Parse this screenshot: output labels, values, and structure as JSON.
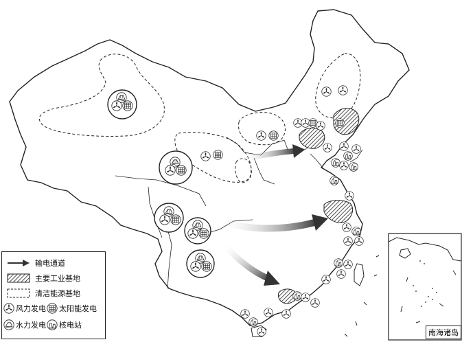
{
  "legend": {
    "transmission": "输电通道",
    "industrial": "主要工业基地",
    "clean_energy": "清洁能源基地",
    "wind": "风力发电",
    "solar": "太阳能发电",
    "hydro": "水力发电",
    "nuclear": "核电站"
  },
  "inset": {
    "label": "南海诸岛"
  },
  "icons": {
    "wind": "wind-turbine-icon",
    "solar": "solar-panel-icon",
    "hydro": "hydro-power-icon",
    "nuclear": "nuclear-plant-icon"
  },
  "colors": {
    "line": "#222222",
    "arrow": "#555555",
    "background": "#ffffff"
  }
}
